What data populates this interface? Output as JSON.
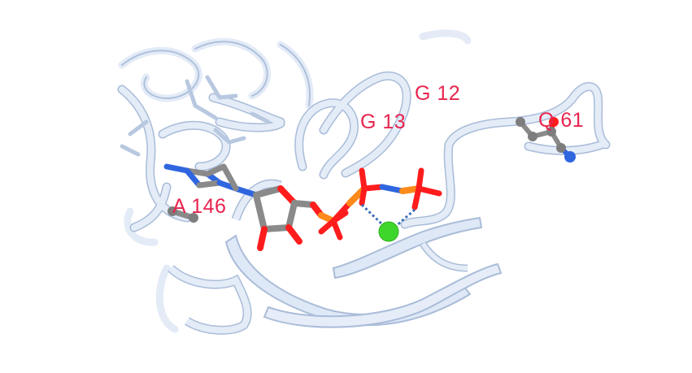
{
  "figure": {
    "labels": {
      "a146": "A 146",
      "g13": "G 13",
      "g12": "G 12",
      "q61": "Q 61"
    },
    "colors": {
      "ribbon_fill": "#dfe8f6",
      "ribbon_edge": "#a9bcd8",
      "carbon": "#8a8a8a",
      "nitrogen": "#2f66e0",
      "oxygen": "#ff1c1c",
      "phosphorus": "#ff8a1c",
      "magnesium": "#3fd62b",
      "label": "#e8244f",
      "hbond": "#3d6fb8"
    }
  }
}
